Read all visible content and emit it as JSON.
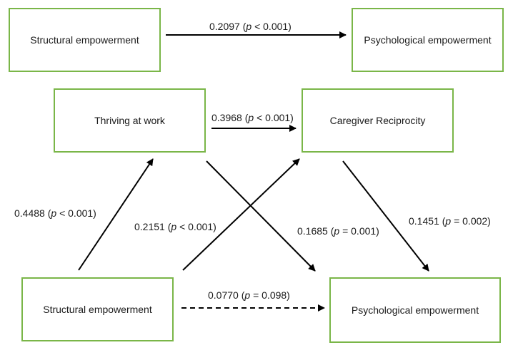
{
  "boxes": {
    "top_left": "Structural empowerment",
    "top_right": "Psychological empowerment",
    "thriving": "Thriving at work",
    "reciprocity": "Caregiver Reciprocity",
    "bottom_left": "Structural empowerment",
    "bottom_right": "Psychological empowerment"
  },
  "paths": {
    "total": {
      "coef": "0.2097",
      "p_letter": "p",
      "p_rest": " < 0.001)"
    },
    "thriving_to_reciprocity": {
      "coef": "0.3968",
      "p_letter": "p",
      "p_rest": " < 0.001)"
    },
    "se_to_thriving": {
      "coef": "0.4488",
      "p_letter": "p",
      "p_rest": " < 0.001)"
    },
    "se_to_reciprocity": {
      "coef": "0.2151",
      "p_letter": "p",
      "p_rest": " < 0.001)"
    },
    "thriving_to_pe": {
      "coef": "0.1685",
      "p_letter": "p",
      "p_rest": " = 0.001)"
    },
    "reciprocity_to_pe": {
      "coef": "0.1451",
      "p_letter": "p",
      "p_rest": " = 0.002)"
    },
    "direct": {
      "coef": "0.0770",
      "p_letter": "p",
      "p_rest": " = 0.098)"
    }
  },
  "colors": {
    "box_border": "#7ab648",
    "arrow": "#000000"
  }
}
